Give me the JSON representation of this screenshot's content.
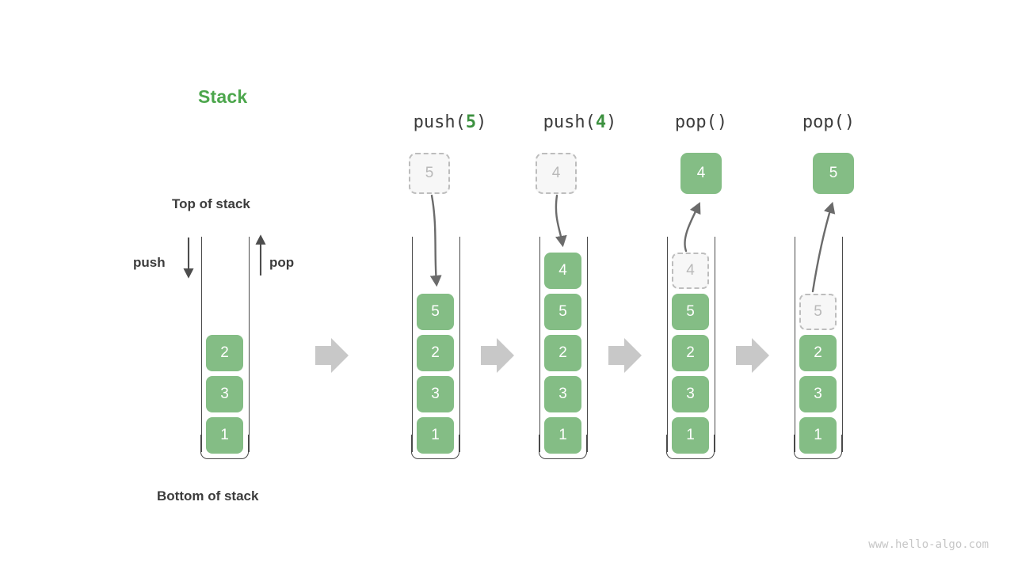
{
  "diagram": {
    "title": "Stack",
    "title_color": "#4ca64c",
    "accent_green": "#84bd85",
    "ghost_gray": "#bdbdbd",
    "watermark": "www.hello-algo.com"
  },
  "annotations": {
    "top_of_stack": "Top of stack",
    "bottom_of_stack": "Bottom of stack",
    "push_label": "push",
    "pop_label": "pop",
    "push_arrow_icon": "arrow-down-icon",
    "pop_arrow_icon": "arrow-up-icon"
  },
  "flow_arrow_icon": "arrow-right-block-icon",
  "columns": [
    {
      "id": "initial",
      "header": null,
      "header_prefix": "",
      "header_arg": "",
      "header_suffix": "",
      "cells": [
        {
          "value": "2",
          "state": "filled"
        },
        {
          "value": "3",
          "state": "filled"
        },
        {
          "value": "1",
          "state": "filled"
        }
      ],
      "float_box": null
    },
    {
      "id": "push-5",
      "header": "push(5)",
      "header_prefix": "push(",
      "header_arg": "5",
      "header_suffix": ")",
      "cells": [
        {
          "value": "5",
          "state": "filled"
        },
        {
          "value": "2",
          "state": "filled"
        },
        {
          "value": "3",
          "state": "filled"
        },
        {
          "value": "1",
          "state": "filled"
        }
      ],
      "float_box": {
        "value": "5",
        "state": "ghost"
      }
    },
    {
      "id": "push-4",
      "header": "push(4)",
      "header_prefix": "push(",
      "header_arg": "4",
      "header_suffix": ")",
      "cells": [
        {
          "value": "4",
          "state": "filled"
        },
        {
          "value": "5",
          "state": "filled"
        },
        {
          "value": "2",
          "state": "filled"
        },
        {
          "value": "3",
          "state": "filled"
        },
        {
          "value": "1",
          "state": "filled"
        }
      ],
      "float_box": {
        "value": "4",
        "state": "ghost"
      }
    },
    {
      "id": "pop-1",
      "header": "pop()",
      "header_prefix": "pop(",
      "header_arg": "",
      "header_suffix": ")",
      "cells": [
        {
          "value": "4",
          "state": "ghost"
        },
        {
          "value": "5",
          "state": "filled"
        },
        {
          "value": "2",
          "state": "filled"
        },
        {
          "value": "3",
          "state": "filled"
        },
        {
          "value": "1",
          "state": "filled"
        }
      ],
      "float_box": {
        "value": "4",
        "state": "filled"
      }
    },
    {
      "id": "pop-2",
      "header": "pop()",
      "header_prefix": "pop(",
      "header_arg": "",
      "header_suffix": ")",
      "cells": [
        {
          "value": "5",
          "state": "ghost"
        },
        {
          "value": "2",
          "state": "filled"
        },
        {
          "value": "3",
          "state": "filled"
        },
        {
          "value": "1",
          "state": "filled"
        }
      ],
      "float_box": {
        "value": "5",
        "state": "filled"
      }
    }
  ]
}
